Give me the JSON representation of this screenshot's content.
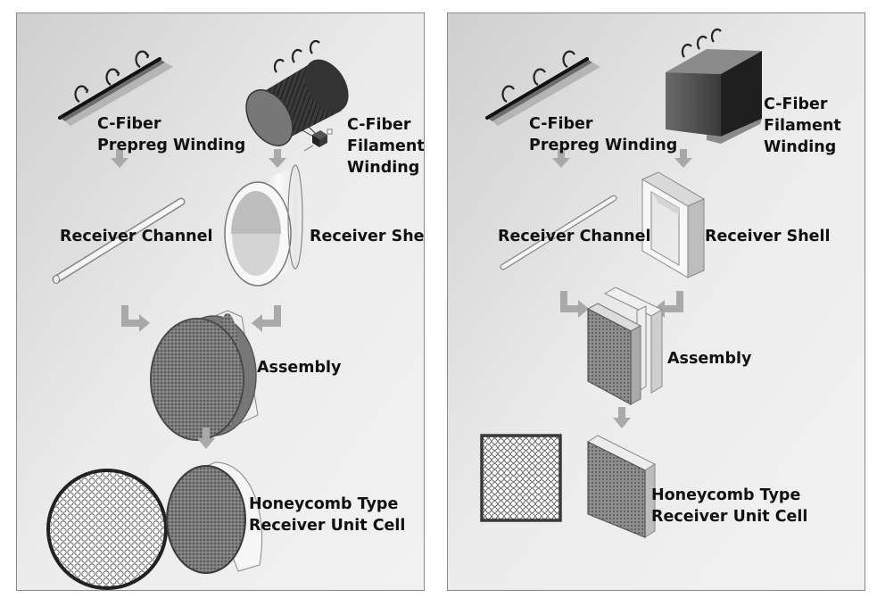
{
  "panels": [
    {
      "shape": "circular",
      "labels": {
        "prepreg_line1": "C-Fiber",
        "prepreg_line2": "Prepreg Winding",
        "filament_line1": "C-Fiber",
        "filament_line2": "Filament",
        "filament_line3": "Winding",
        "channel": "Receiver Channel",
        "shell": "Receiver Shell",
        "assembly": "Assembly",
        "result_line1": "Honeycomb Type",
        "result_line2": "Receiver Unit Cell"
      }
    },
    {
      "shape": "square",
      "labels": {
        "prepreg_line1": "C-Fiber",
        "prepreg_line2": "Prepreg Winding",
        "filament_line1": "C-Fiber",
        "filament_line2": "Filament",
        "filament_line3": "Winding",
        "channel": "Receiver Channel",
        "shell": "Receiver Shell",
        "assembly": "Assembly",
        "result_line1": "Honeycomb Type",
        "result_line2": "Receiver Unit Cell"
      }
    }
  ],
  "colors": {
    "panel_background": "#e4e4e4",
    "arrow": "#a9a9a9",
    "fiber_dark": "#2b2b2b",
    "shell_light": "#f4f4f4",
    "honeycomb_fill": "#8e8e8e"
  }
}
